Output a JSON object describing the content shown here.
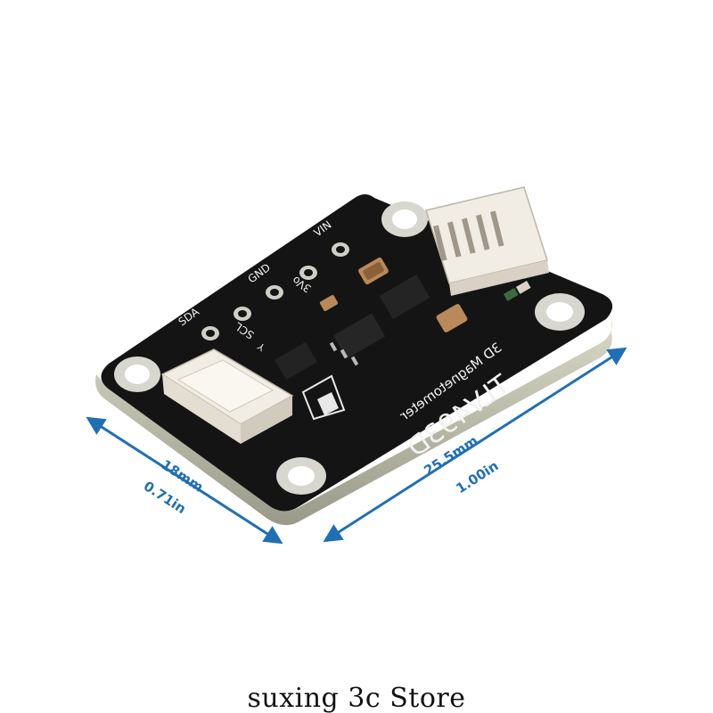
{
  "board": {
    "title": "TLV493D",
    "subtitle": "3D Magnetometer",
    "pins": [
      "VIN",
      "3Vo",
      "GND",
      "SCL",
      "SDA"
    ],
    "axis_y": "Y"
  },
  "dimensions": {
    "width_mm": "25.5mm",
    "width_in": "1.00in",
    "height_mm": "18mm",
    "height_in": "0.71in"
  },
  "caption": "suxing 3c Store",
  "colors": {
    "pcb": "#141414",
    "edge": "#c9c9b8",
    "arrow": "#1f6fb5",
    "connector": "#f1ece4"
  }
}
